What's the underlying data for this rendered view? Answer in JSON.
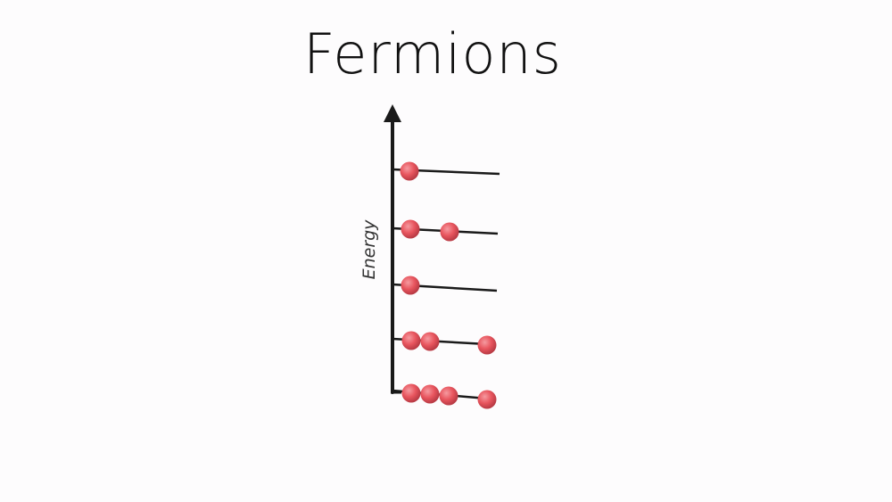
{
  "title": "Fermions",
  "axis": {
    "label": "Energy",
    "color": "#1a1a1a"
  },
  "particle": {
    "color": "#e8555e",
    "highlight": "#f59aa0",
    "shadow": "#b83a44"
  },
  "levels": [
    {
      "level": 5,
      "particles": 1
    },
    {
      "level": 4,
      "particles": 2
    },
    {
      "level": 3,
      "particles": 1
    },
    {
      "level": 2,
      "particles": 3
    },
    {
      "level": 1,
      "particles": 4
    }
  ]
}
